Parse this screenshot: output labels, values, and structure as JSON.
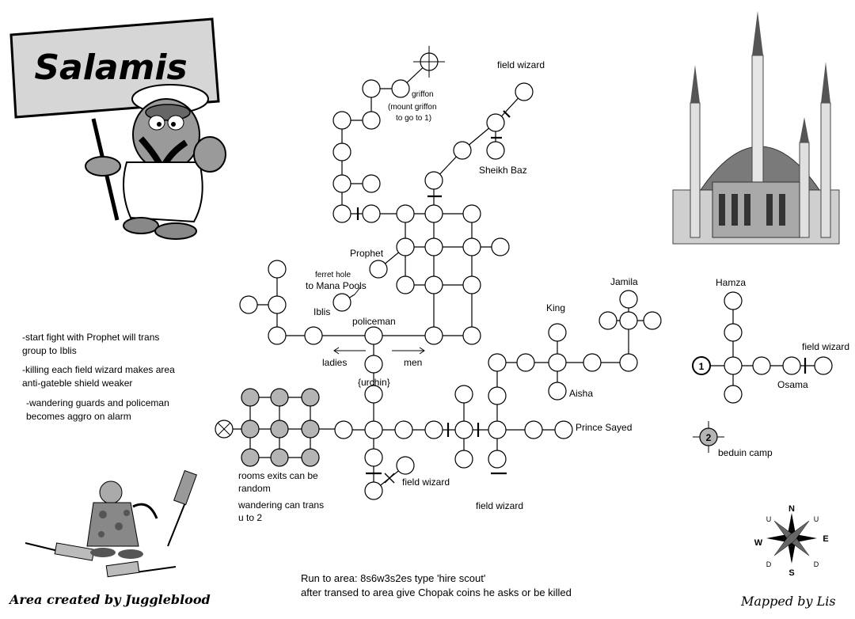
{
  "sign": {
    "title": "Salamis"
  },
  "labels": {
    "field_wizard_top": "field wizard",
    "griffon": "griffon",
    "griffon_note_1": "(mount griffon",
    "griffon_note_2": "to go to 1)",
    "sheikh_baz": "Sheikh Baz",
    "prophet": "Prophet",
    "ferret_hole": "ferret hole",
    "to_mana_pools": "to Mana Pools",
    "iblis": "Iblis",
    "policeman": "policeman",
    "ladies": "ladies",
    "men": "men",
    "urchin": "{urchin}",
    "king": "King",
    "jamila": "Jamila",
    "aisha": "Aisha",
    "prince_sayed": "Prince Sayed",
    "field_wizard_bottom_left": "field wizard",
    "field_wizard_bottom_mid": "field wizard",
    "rooms_exits_1": "rooms exits can be",
    "rooms_exits_2": "random",
    "wandering_trans_1": "wandering can trans",
    "wandering_trans_2": "u to 2",
    "hamza": "Hamza",
    "osama": "Osama",
    "field_wizard_right": "field wizard",
    "beduin_camp": "beduin camp",
    "marker_1": "1",
    "marker_2": "2"
  },
  "notes": [
    "-start fight with Prophet will trans   group to Iblis",
    "-killing each field wizard makes area anti-gateble shield weaker",
    "-wandering guards and policeman becomes aggro on alarm"
  ],
  "bottom_text": {
    "line1": "Run to area: 8s6w3s2es type 'hire scout'",
    "line2": "after transed to area give Chopak coins he asks or be killed"
  },
  "credits": {
    "creator": "Area created by Juggleblood",
    "mapper": "Mapped by Lis"
  },
  "compass": {
    "n": "N",
    "s": "S",
    "e": "E",
    "w": "W",
    "ul": "U",
    "ur": "U",
    "dl": "D",
    "dr": "D"
  },
  "colors": {
    "room_fill": "#ffffff",
    "shaded_room_fill": "#b4b4b4",
    "line": "#000000"
  }
}
